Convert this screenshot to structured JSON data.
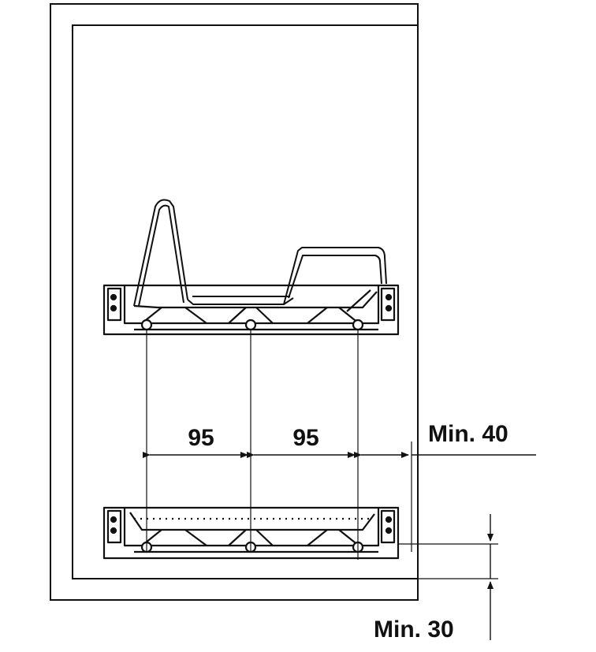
{
  "dimensions": {
    "spacing_left": "95",
    "spacing_right": "95",
    "side_clearance": "Min. 40",
    "bottom_clearance": "Min. 30"
  },
  "colors": {
    "line": "#111111",
    "background": "#ffffff"
  }
}
